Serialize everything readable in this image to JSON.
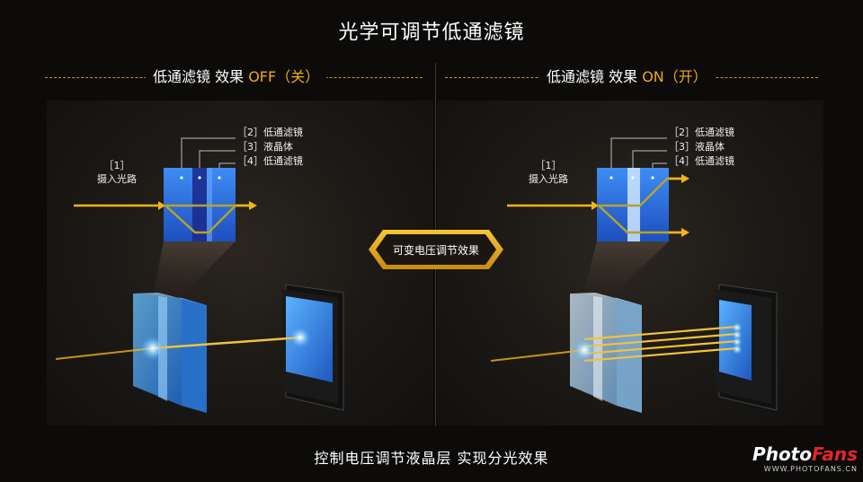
{
  "title": "光学可调节低通滤镜",
  "left_panel": {
    "header_prefix": "低通滤镜 效果",
    "header_state": "OFF（关）",
    "labels": {
      "l2": "［2］低通滤镜",
      "l3": "［3］液晶体",
      "l4": "［4］低通滤镜",
      "l1_num": "［1］",
      "l1_text": "摄入光路"
    }
  },
  "right_panel": {
    "header_prefix": "低通滤镜 效果",
    "header_state": "ON（开）",
    "labels": {
      "l2": "［2］低通滤镜",
      "l3": "［3］液晶体",
      "l4": "［4］低通滤镜",
      "l1_num": "［1］",
      "l1_text": "摄入光路"
    }
  },
  "center_badge": "可变电压调节效果",
  "caption": "控制电压调节液晶层  实现分光效果",
  "logo": {
    "part1": "Photo",
    "part2": "Fans",
    "url": "WWW.PHOTOFANS.CN"
  },
  "colors": {
    "accent": "#f0a81c",
    "filter_blue": "#2a6fe0",
    "light_beam": "#f4b414",
    "background": "#0c0b0a"
  }
}
